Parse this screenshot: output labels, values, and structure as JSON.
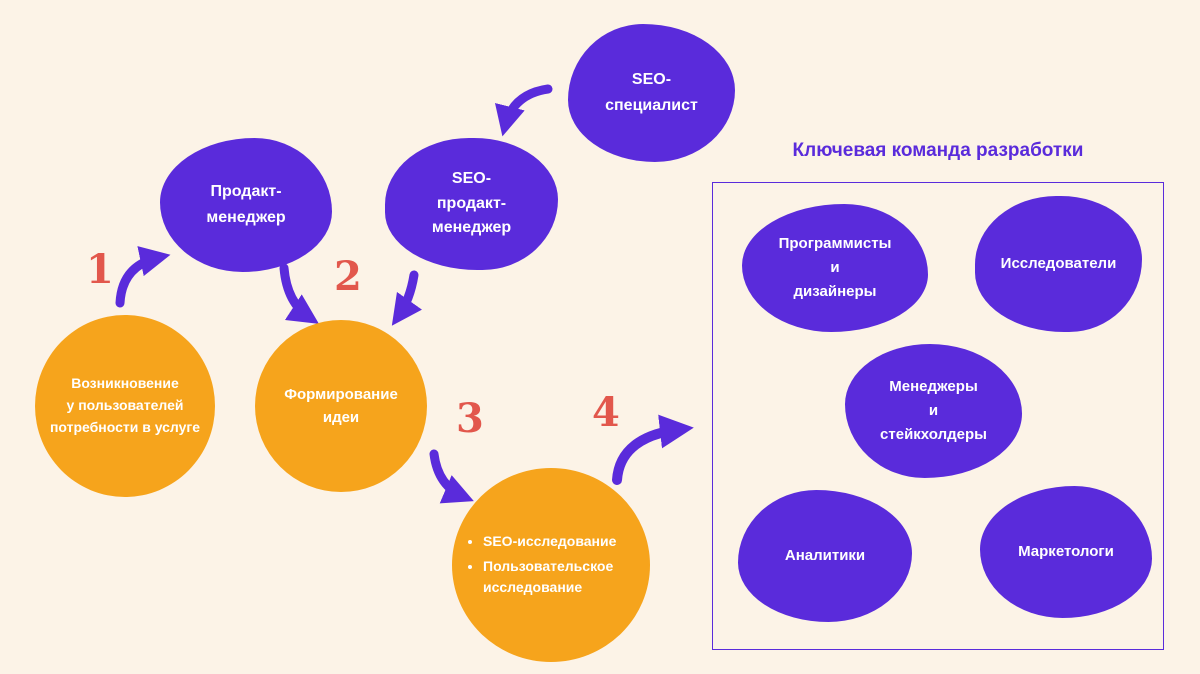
{
  "colors": {
    "cream": "#FCF3E7",
    "purple": "#5A2BDB",
    "orange": "#F6A41C",
    "red": "#E2574C"
  },
  "flow": {
    "numbers": [
      "1",
      "2",
      "3",
      "4"
    ],
    "seo_specialist": "SEO-\nспециалист",
    "product_manager": "Продакт-\nменеджер",
    "seo_product_manager": "SEO-\nпродакт-\nменеджер",
    "user_need": "Возникновение\nу пользователей\nпотребности в услуге",
    "idea_formation": "Формирование\nидеи",
    "research_bullets": [
      "SEO-исследование",
      "Пользовательское исследование"
    ]
  },
  "team": {
    "title": "Ключевая команда разработки",
    "members": [
      "Программисты\nи\nдизайнеры",
      "Исследователи",
      "Менеджеры\nи\nстейкхолдеры",
      "Аналитики",
      "Маркетологи"
    ]
  }
}
